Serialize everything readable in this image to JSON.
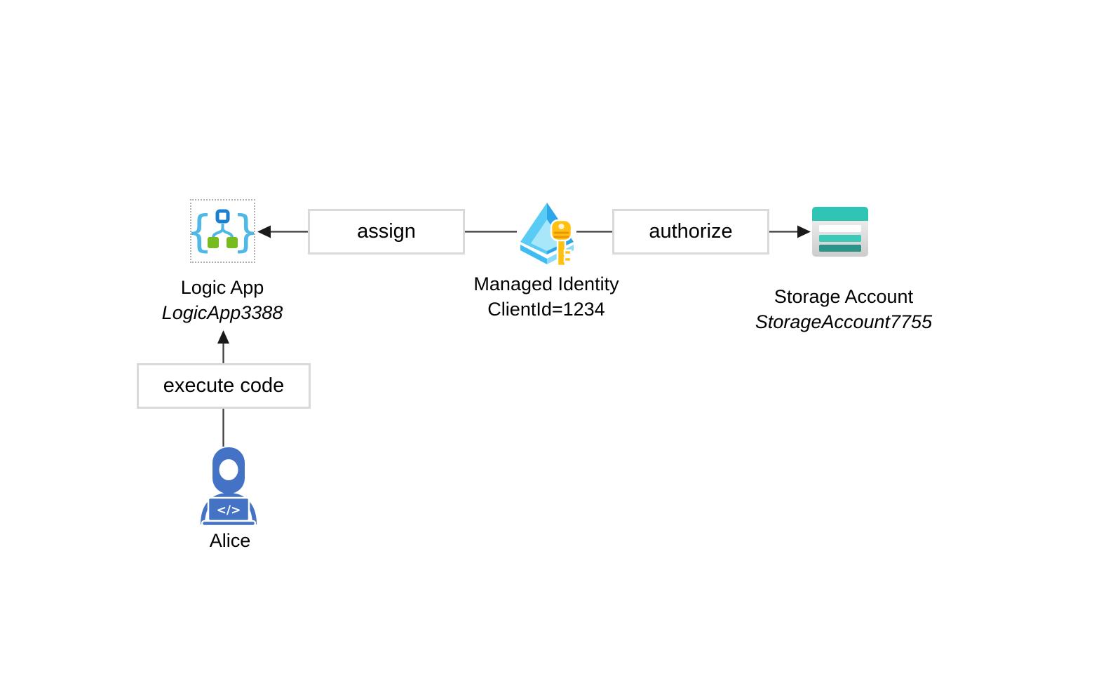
{
  "nodes": {
    "logic_app": {
      "name": "Logic App",
      "instance": "LogicApp3388",
      "icon": "logic-app-icon"
    },
    "managed_identity": {
      "name": "Managed Identity",
      "instance": "ClientId=1234",
      "icon": "managed-identity-key-icon"
    },
    "storage_account": {
      "name": "Storage Account",
      "instance": "StorageAccount7755",
      "icon": "storage-account-icon"
    },
    "alice": {
      "name": "Alice",
      "icon": "person-at-laptop-icon"
    }
  },
  "edges": [
    {
      "label": "assign",
      "from": "managed_identity",
      "to": "logic_app",
      "arrow": "points-left-at-logic-app"
    },
    {
      "label": "authorize",
      "from": "managed_identity",
      "to": "storage_account",
      "arrow": "points-right-at-storage-account"
    },
    {
      "label": "execute code",
      "from": "alice",
      "to": "logic_app",
      "arrow": "points-up-at-logic-app"
    }
  ],
  "colors": {
    "line": "#3c3c3c",
    "arrowhead": "#1a1a1a",
    "box_border": "#d9d9d9",
    "text": "#000000",
    "logic_app_brace_blue": "#4fb8e6",
    "logic_app_node_blue": "#1b7fd0",
    "logic_app_green": "#77bc1f",
    "identity_pyramid_light": "#59cbf5",
    "identity_pyramid_dark": "#2ea7e9",
    "identity_key_gold": "#fec111",
    "storage_teal": "#30c4b4",
    "storage_dark_teal": "#2b9488",
    "alice_blue": "#4472c4"
  }
}
